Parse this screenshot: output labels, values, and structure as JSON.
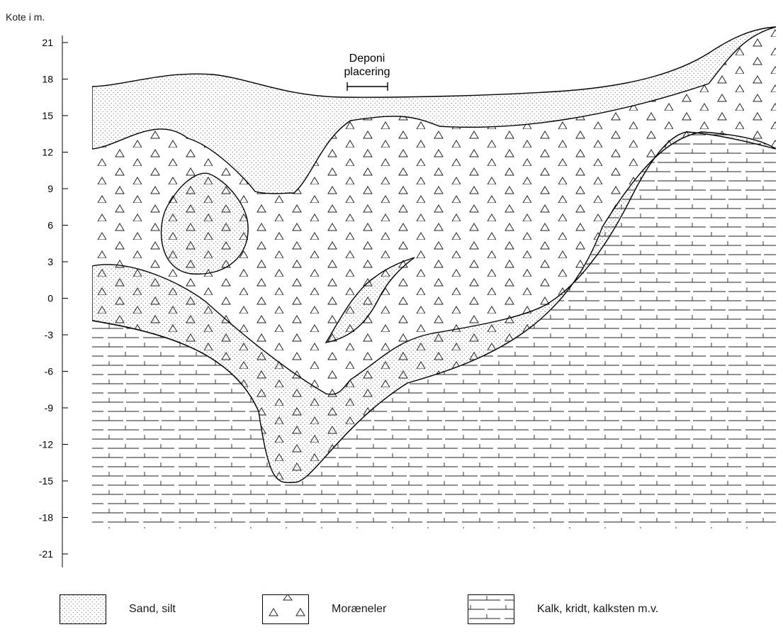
{
  "figure": {
    "axis_label": "Kote i m.",
    "ticks": [
      "21",
      "18",
      "15",
      "12",
      "9",
      "6",
      "3",
      "0",
      "-3",
      "-6",
      "-9",
      "-12",
      "-15",
      "-18",
      "-21"
    ],
    "annotation_line1": "Deponi",
    "annotation_line2": "placering"
  },
  "legend": {
    "sand": "Sand, silt",
    "moraine": "Moræneler",
    "limestone": "Kalk, kridt, kalksten m.v."
  }
}
